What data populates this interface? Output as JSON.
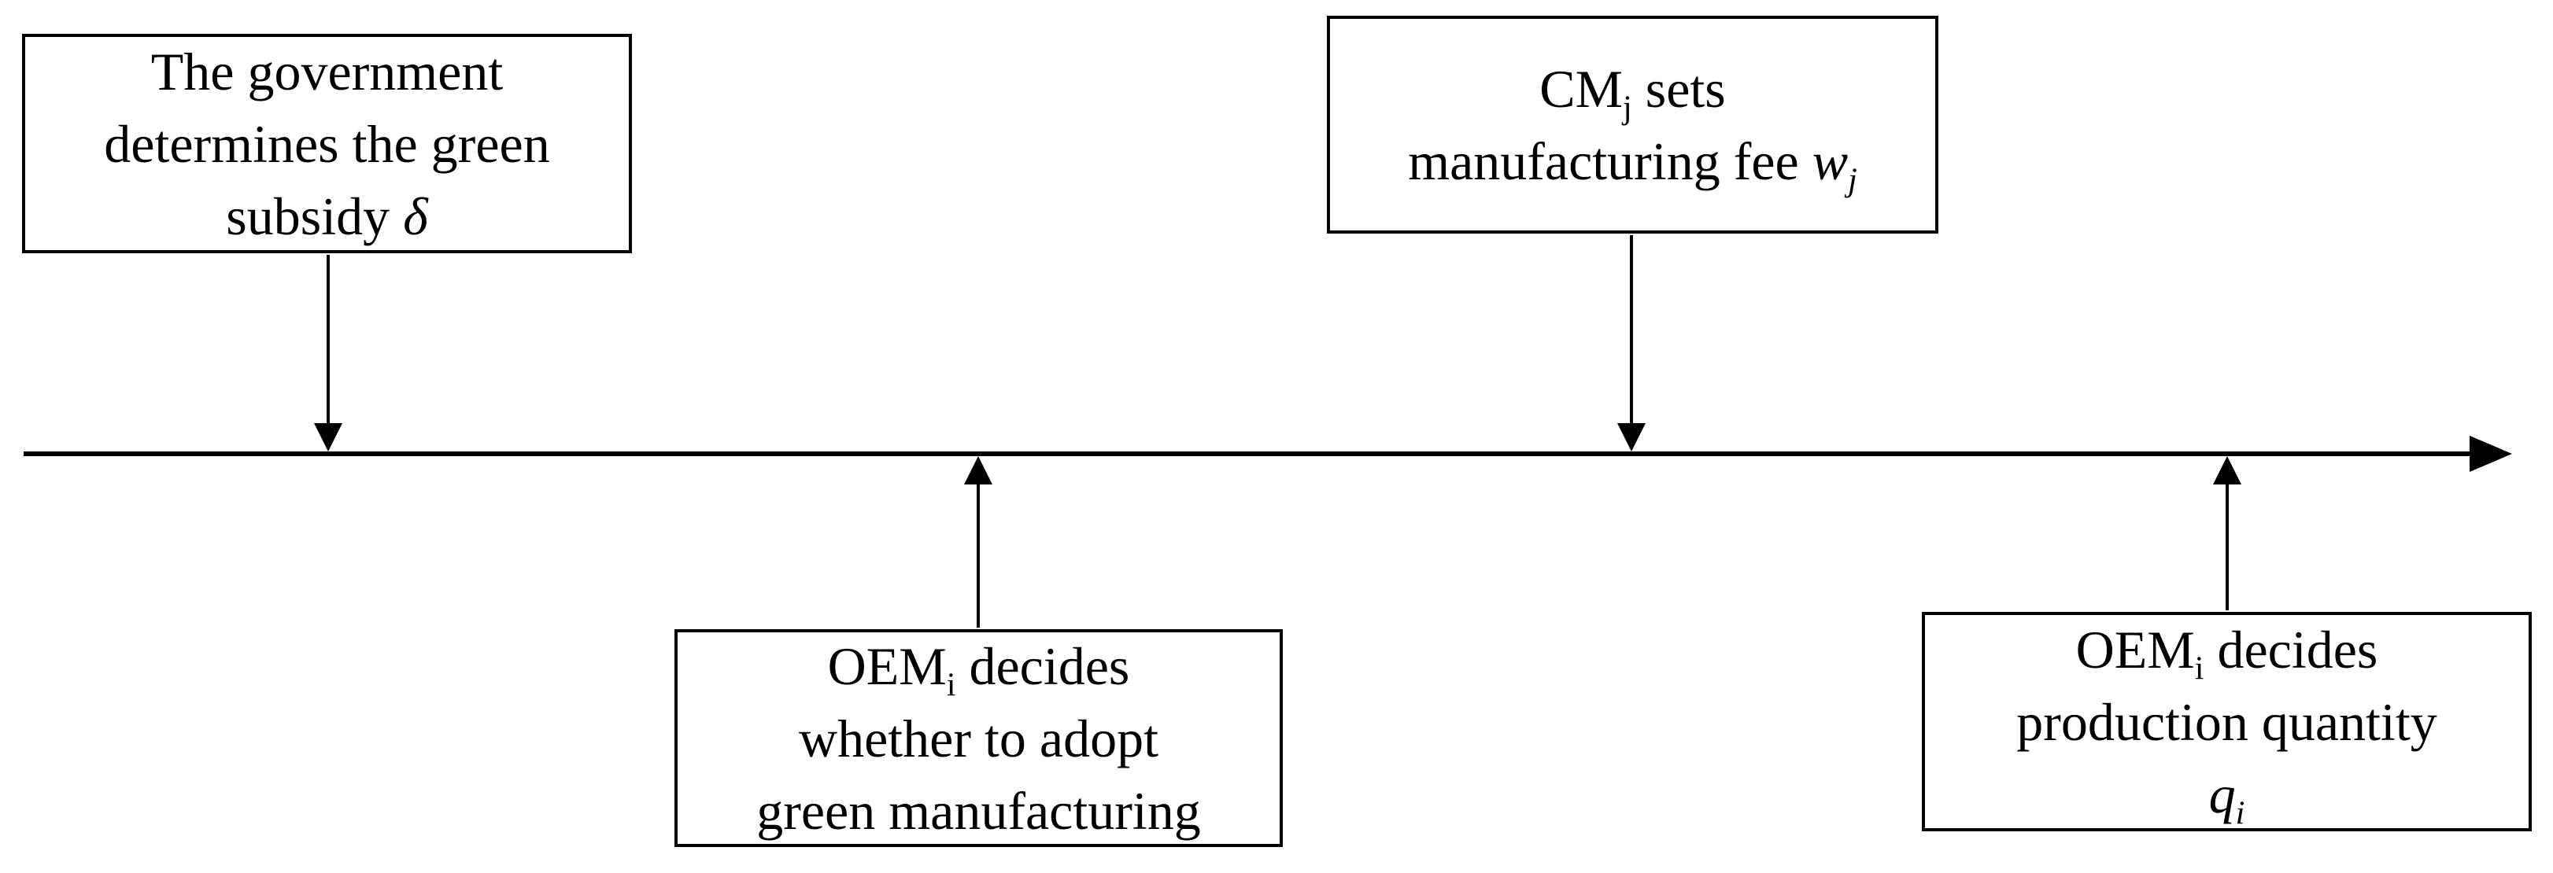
{
  "diagram": {
    "title": "sequence-of-events-timeline",
    "colors": {
      "background": "#ffffff",
      "line": "#000000",
      "text": "#000000"
    },
    "timeline": {
      "icon": "right-arrow-axis",
      "direction": "right"
    },
    "boxes": [
      {
        "id": "government-subsidy",
        "side": "above-timeline",
        "connector": "down-arrow",
        "text": "The government determines the green subsidy δ",
        "rich": [
          {
            "t": "The government"
          },
          {
            "br": true
          },
          {
            "t": "determines the green"
          },
          {
            "br": true
          },
          {
            "t": "subsidy "
          },
          {
            "t": "δ",
            "it": true
          }
        ]
      },
      {
        "id": "cm-manufacturing-fee",
        "side": "above-timeline",
        "connector": "down-arrow",
        "text": "CMj sets manufacturing fee wj",
        "rich": [
          {
            "t": "CM"
          },
          {
            "t": "j",
            "sub": true
          },
          {
            "t": " sets"
          },
          {
            "br": true
          },
          {
            "t": "manufacturing fee "
          },
          {
            "t": "w",
            "it": true
          },
          {
            "t": "j",
            "sub": true,
            "it": true
          }
        ]
      },
      {
        "id": "oem-adopt-green",
        "side": "below-timeline",
        "connector": "up-arrow",
        "text": "OEMi decides whether to adopt green manufacturing",
        "rich": [
          {
            "t": "OEM"
          },
          {
            "t": "i",
            "sub": true
          },
          {
            "t": " decides"
          },
          {
            "br": true
          },
          {
            "t": "whether to adopt"
          },
          {
            "br": true
          },
          {
            "t": "green manufacturing"
          }
        ]
      },
      {
        "id": "oem-production-quantity",
        "side": "below-timeline",
        "connector": "up-arrow",
        "text": "OEMi decides production quantity qi",
        "rich": [
          {
            "t": "OEM"
          },
          {
            "t": "i",
            "sub": true
          },
          {
            "t": " decides"
          },
          {
            "br": true
          },
          {
            "t": "production quantity"
          },
          {
            "br": true
          },
          {
            "t": "q",
            "it": true
          },
          {
            "t": "i",
            "sub": true,
            "it": true
          }
        ]
      }
    ],
    "arrows": [
      {
        "name": "timeline-arrow",
        "direction": "right"
      },
      {
        "name": "government-subsidy-connector",
        "direction": "down"
      },
      {
        "name": "cm-fee-connector",
        "direction": "down"
      },
      {
        "name": "oem-adopt-connector",
        "direction": "up"
      },
      {
        "name": "oem-quantity-connector",
        "direction": "up"
      }
    ]
  }
}
